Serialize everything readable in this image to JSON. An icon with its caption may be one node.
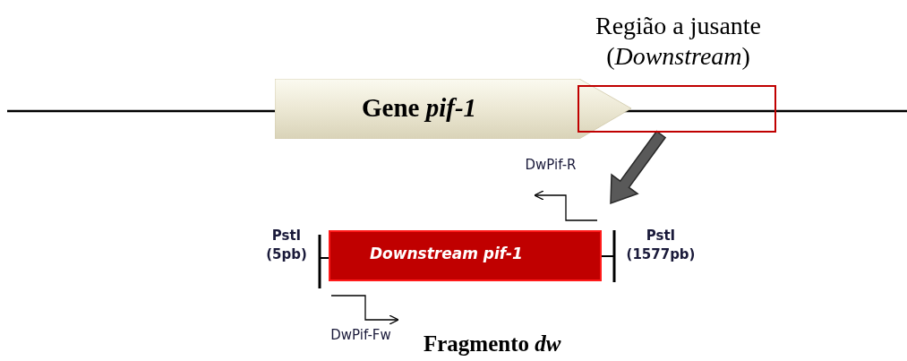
{
  "diagram": {
    "nodes": [
      {
        "text": [
          "Gene *pif-1*"
        ]
      },
      {
        "text": [
          "Região a jusante (*Downstream*)"
        ]
      },
      {
        "text": [
          "Downstream pif-1"
        ],
        "beside": [
          "Fragmento *dw*"
        ]
      }
    ],
    "edges": [
      {
        "from": 1,
        "to": 2,
        "arrow": "to",
        "style": "thick",
        "color": "#595959"
      }
    ],
    "labels": [
      "DwPif-R",
      "PstI (5pb)",
      "PstI (1577pb)",
      "DwPif-Fw"
    ]
  }
}
